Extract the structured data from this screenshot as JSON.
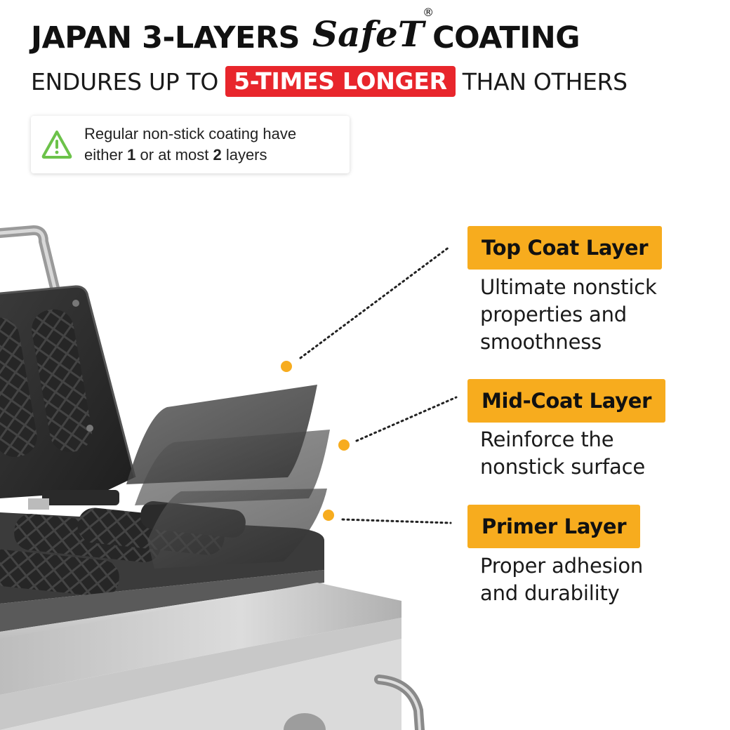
{
  "headline": {
    "prefix": "JAPAN 3-LAYERS",
    "brand": "SafeT",
    "registered": "®",
    "suffix": "COATING"
  },
  "subline": {
    "before": "ENDURES UP TO",
    "highlight": "5-TIMES LONGER",
    "after": "THAN OTHERS"
  },
  "notice": {
    "icon": "warning-triangle-icon",
    "line1": "Regular non-stick coating have",
    "line2_a": "either ",
    "line2_b": "1",
    "line2_c": " or at most ",
    "line2_d": "2",
    "line2_e": " layers"
  },
  "layers": [
    {
      "title": "Top Coat Layer",
      "desc_1": "Ultimate nonstick",
      "desc_2": "properties and",
      "desc_3": "smoothness"
    },
    {
      "title": "Mid-Coat Layer",
      "desc_1": "Reinforce the",
      "desc_2": "nonstick surface"
    },
    {
      "title": "Primer Layer",
      "desc_1": "Proper adhesion",
      "desc_2": "and durability"
    }
  ],
  "colors": {
    "accent_red": "#e8262c",
    "tag_orange": "#f7ac1e",
    "warning_green": "#6cc24a",
    "text": "#111111"
  }
}
